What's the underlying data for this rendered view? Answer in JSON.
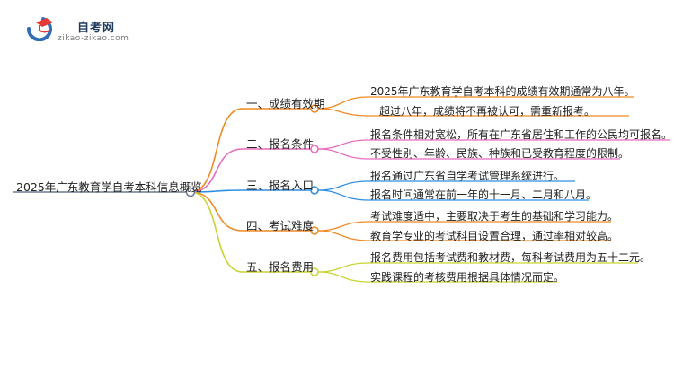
{
  "brand": {
    "name": "自考网",
    "url": "zikao-zikao.com",
    "colors": {
      "blue": "#2f6db5",
      "red": "#e53935",
      "navy": "#1f3a5f"
    }
  },
  "mindmap": {
    "root": "2025年广东教育学自考本科信息概览",
    "branches": [
      {
        "label": "一、成绩有效期",
        "color": "#f08a24",
        "items": [
          "2025年广东教育学自考本科的成绩有效期通常为八年。",
          "超过八年，成绩将不再被认可，需重新报考。"
        ]
      },
      {
        "label": "二、报名条件",
        "color": "#e86bc0",
        "items": [
          "报名条件相对宽松，所有在广东省居住和工作的公民均可报名。",
          "不受性别、年龄、民族、种族和已受教育程度的限制。"
        ]
      },
      {
        "label": "三、报名入口",
        "color": "#2f8fe0",
        "items": [
          "报名通过广东省自学考试管理系统进行。",
          "报名时间通常在前一年的十一月、二月和八月。"
        ]
      },
      {
        "label": "四、考试难度",
        "color": "#f08a24",
        "items": [
          "考试难度适中，主要取决于考生的基础和学习能力。",
          "教育学专业的考试科目设置合理，通过率相对较高。"
        ]
      },
      {
        "label": "五、报名费用",
        "color": "#c9d430",
        "items": [
          "报名费用包括考试费和教材费，每科考试费用为五十二元。",
          "实践课程的考核费用根据具体情况而定。"
        ]
      }
    ]
  }
}
